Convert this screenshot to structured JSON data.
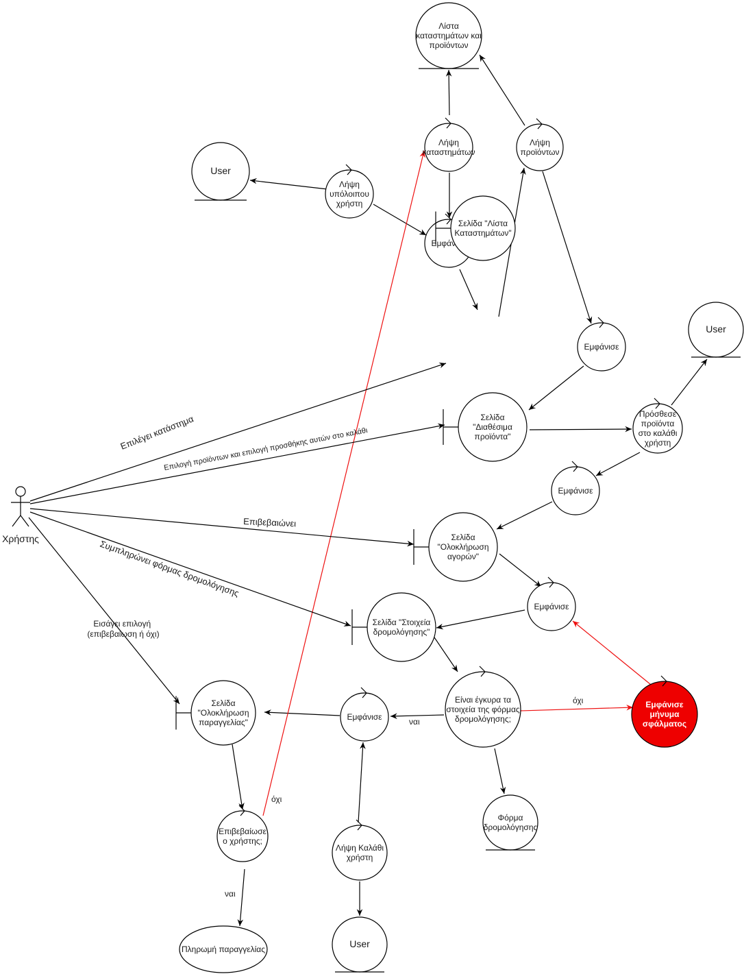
{
  "diagram": {
    "actor": {
      "id": "actor",
      "label": "Χρήστης"
    },
    "nodes": [
      {
        "id": "e_stores",
        "kind": "entity",
        "lines": [
          "Λίστα",
          "καταστημάτων και",
          "προϊόντων"
        ]
      },
      {
        "id": "c_get_stores",
        "kind": "control",
        "lines": [
          "Λήψη",
          "καταστημάτων"
        ]
      },
      {
        "id": "c_get_products",
        "kind": "control",
        "lines": [
          "Λήψη",
          "προϊόντων"
        ]
      },
      {
        "id": "e_user1",
        "kind": "entity",
        "lines": [
          "User"
        ]
      },
      {
        "id": "c_get_balance",
        "kind": "control",
        "lines": [
          "Λήψη",
          "υπόλοιπου",
          "χρήστη"
        ]
      },
      {
        "id": "c_show1",
        "kind": "control",
        "lines": [
          "Εμφάνισε"
        ]
      },
      {
        "id": "b_store_list",
        "kind": "boundary",
        "lines": [
          "Σελίδα \"Λίστα",
          "Καταστημάτων\""
        ]
      },
      {
        "id": "c_show2",
        "kind": "control",
        "lines": [
          "Εμφάνισε"
        ]
      },
      {
        "id": "e_user2",
        "kind": "entity",
        "lines": [
          "User"
        ]
      },
      {
        "id": "b_products",
        "kind": "boundary",
        "lines": [
          "Σελίδα",
          "\"Διαθέσιμα",
          "προϊόντα\""
        ]
      },
      {
        "id": "c_add_cart",
        "kind": "control",
        "lines": [
          "Πρόσθεσε",
          "προϊόντα",
          "στο καλάθι",
          "χρήστη"
        ]
      },
      {
        "id": "c_show3",
        "kind": "control",
        "lines": [
          "Εμφάνισε"
        ]
      },
      {
        "id": "b_complete_purchases",
        "kind": "boundary",
        "lines": [
          "Σελίδα",
          "\"Ολοκλήρωση",
          "αγορών\""
        ]
      },
      {
        "id": "c_show4",
        "kind": "control",
        "lines": [
          "Εμφάνισε"
        ]
      },
      {
        "id": "b_routing",
        "kind": "boundary",
        "lines": [
          "Σελίδα \"Στοιχεία",
          "δρομολόγησης\""
        ]
      },
      {
        "id": "c_valid",
        "kind": "control",
        "lines": [
          "Είναι έγκυρα τα",
          "στοιχεία της φόρμας",
          "δρομολόγησης;"
        ]
      },
      {
        "id": "c_error",
        "kind": "control-error",
        "lines": [
          "Εμφάνισε",
          "μήνυμα",
          "σφάλματος"
        ]
      },
      {
        "id": "c_show5",
        "kind": "control",
        "lines": [
          "Εμφάνισε"
        ]
      },
      {
        "id": "b_complete_order",
        "kind": "boundary",
        "lines": [
          "Σελίδα",
          "\"Ολοκλήρωση",
          "παραγγελίας\""
        ]
      },
      {
        "id": "e_form",
        "kind": "entity",
        "lines": [
          "Φόρμα",
          "δρομολόγησης"
        ]
      },
      {
        "id": "c_confirmed",
        "kind": "control",
        "lines": [
          "Επιβεβαίωσε",
          "ο χρήστης;"
        ]
      },
      {
        "id": "c_get_cart",
        "kind": "control",
        "lines": [
          "Λήψη Καλάθι",
          "χρήστη"
        ]
      },
      {
        "id": "e_user3",
        "kind": "entity",
        "lines": [
          "User"
        ]
      },
      {
        "id": "n_payment",
        "kind": "plain",
        "lines": [
          "Πληρωμή παραγγελίας"
        ]
      }
    ],
    "edge_labels": {
      "select_store": "Επιλέγει κατάστημα",
      "select_products": "Επιλογή προϊόντων και επιλογή προσθήκης αυτών στο καλάθι",
      "confirms": "Επιβεβαιώνει",
      "fills_form": "Συμπληρώνει φόρμας δρομολόγησης",
      "enters_choice": [
        "Εισάγει επιλογή",
        "(επιβεβαίωση ή όχι)"
      ],
      "no_valid": "όχι",
      "yes_valid": "ναι",
      "no_confirmed": "όχι",
      "yes_confirmed": "ναι"
    },
    "colors": {
      "line": "#000000",
      "error_fill": "#ee0000",
      "error_line": "#ee1111",
      "error_text": "#ffffff"
    }
  }
}
